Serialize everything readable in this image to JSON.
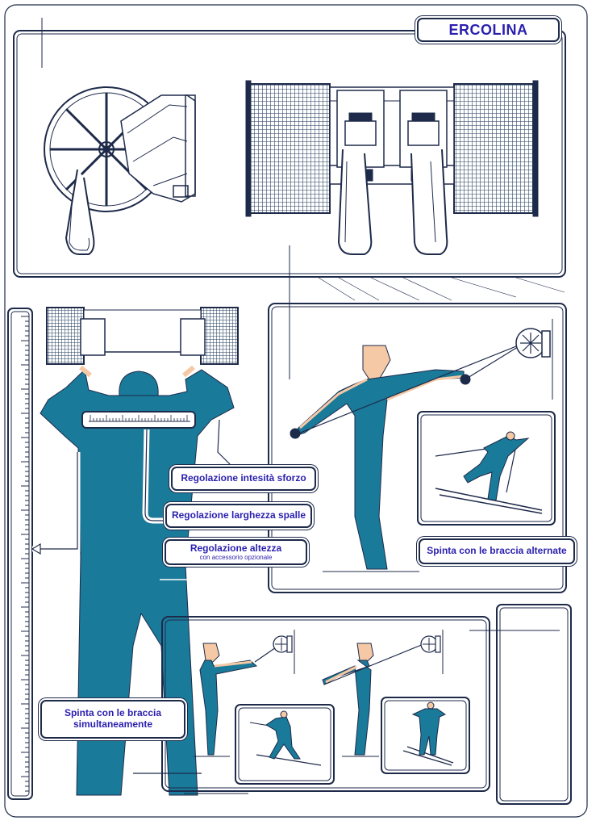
{
  "title": "ERCOLINA",
  "labels": {
    "intensita": "Regolazione intesità sforzo",
    "larghezza": "Regolazione larghezza spalle",
    "altezza": "Regolazione altezza",
    "altezza_sub": "con accessorio opzionale",
    "alternate": "Spinta con le braccia alternate",
    "simultanea": "Spinta con le braccia simultaneamente"
  },
  "colors": {
    "figure": "#1a7a9a",
    "skin": "#f5c9a6",
    "line": "#1e2a4a",
    "text": "#2a1fae"
  },
  "icons": [
    "pulley-wheel-icon",
    "machine-front-icon",
    "skier-icon",
    "ruler-icon"
  ]
}
